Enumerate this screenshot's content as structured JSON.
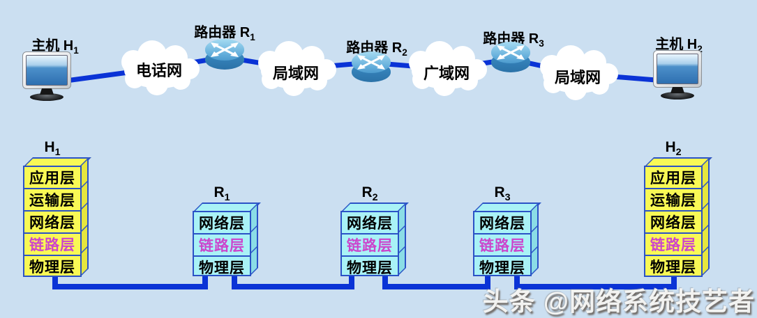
{
  "background": "#cbdff1",
  "colors": {
    "link": "#0a33d6",
    "box_border": "#2b52c6",
    "emphasis_text": "#cc44cc",
    "cloud_fill": "#ffffff",
    "host_fill": "#f9f955",
    "host_fill_shade": "#e6e63e",
    "router_fill": "#a9f2f6",
    "router_fill_shade": "#8bdde6"
  },
  "top_row": {
    "hosts": [
      {
        "label": "主机 H",
        "sub": "1"
      },
      {
        "label": "主机 H",
        "sub": "2"
      }
    ],
    "routers": [
      {
        "label": "路由器 R",
        "sub": "1"
      },
      {
        "label": "路由器 R",
        "sub": "2"
      },
      {
        "label": "路由器 R",
        "sub": "3"
      }
    ],
    "networks": [
      {
        "label": "电话网"
      },
      {
        "label": "局域网"
      },
      {
        "label": "广域网"
      },
      {
        "label": "局域网"
      }
    ]
  },
  "stacks": [
    {
      "title": "H",
      "sub": "1",
      "kind": "host",
      "layers": [
        {
          "label": "应用层"
        },
        {
          "label": "运输层"
        },
        {
          "label": "网络层"
        },
        {
          "label": "链路层",
          "emphasis": true
        },
        {
          "label": "物理层"
        }
      ]
    },
    {
      "title": "R",
      "sub": "1",
      "kind": "router",
      "layers": [
        {
          "label": "网络层"
        },
        {
          "label": "链路层",
          "emphasis": true
        },
        {
          "label": "物理层"
        }
      ]
    },
    {
      "title": "R",
      "sub": "2",
      "kind": "router",
      "layers": [
        {
          "label": "网络层"
        },
        {
          "label": "链路层",
          "emphasis": true
        },
        {
          "label": "物理层"
        }
      ]
    },
    {
      "title": "R",
      "sub": "3",
      "kind": "router",
      "layers": [
        {
          "label": "网络层"
        },
        {
          "label": "链路层",
          "emphasis": true
        },
        {
          "label": "物理层"
        }
      ]
    },
    {
      "title": "H",
      "sub": "2",
      "kind": "host",
      "layers": [
        {
          "label": "应用层"
        },
        {
          "label": "运输层"
        },
        {
          "label": "网络层"
        },
        {
          "label": "链路层",
          "emphasis": true
        },
        {
          "label": "物理层"
        }
      ]
    }
  ],
  "watermark": "头条 @网络系统技艺者"
}
